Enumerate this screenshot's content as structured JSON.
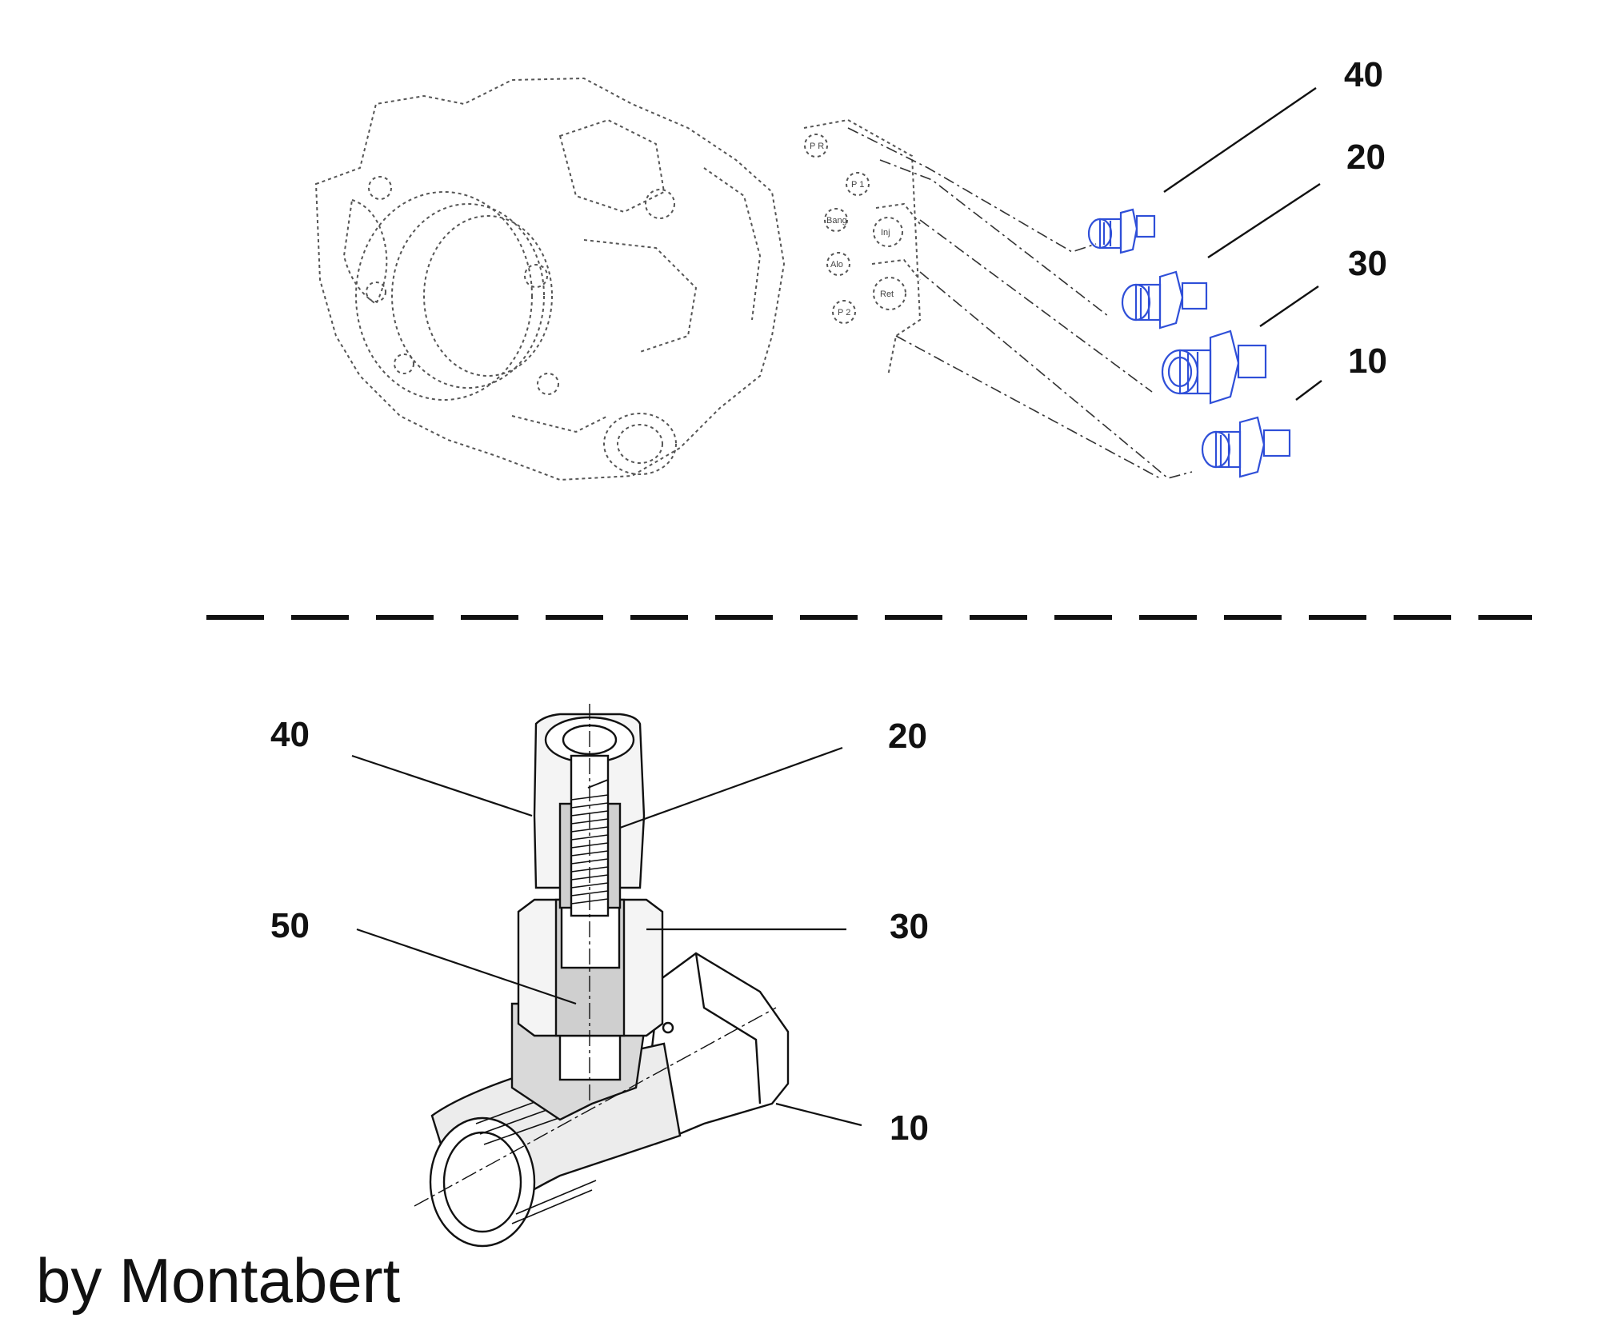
{
  "top_view": {
    "callouts": [
      "40",
      "20",
      "30",
      "10"
    ],
    "port_labels": [
      "P R",
      "P 1",
      "Bang",
      "Alo",
      "P 2",
      "Inj",
      "Ret"
    ],
    "fitting_color": "#2f4fd8"
  },
  "section_view": {
    "callouts": [
      "40",
      "20",
      "50",
      "30",
      "10"
    ]
  },
  "credit": "by Montabert"
}
